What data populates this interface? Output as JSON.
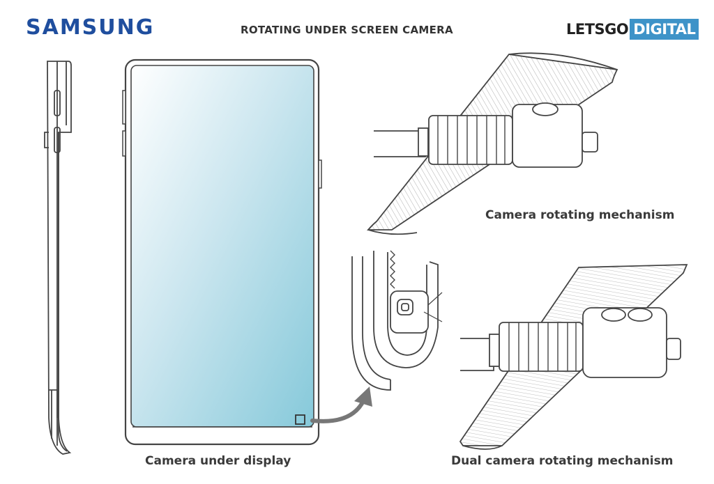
{
  "header": {
    "brand": "SAMSUNG",
    "title": "ROTATING UNDER SCREEN CAMERA",
    "logo_part1": "LETSGO",
    "logo_part2": "DIGITAL"
  },
  "captions": {
    "camera_under_display": "Camera under display",
    "camera_rotating_mechanism": "Camera rotating mechanism",
    "dual_camera_rotating_mechanism": "Dual camera rotating mechanism"
  },
  "colors": {
    "brand_blue": "#1f4e9e",
    "logo_accent": "#3e93c8",
    "screen_top": "#ffffff",
    "screen_bottom": "#86c9da",
    "line": "#444444"
  }
}
